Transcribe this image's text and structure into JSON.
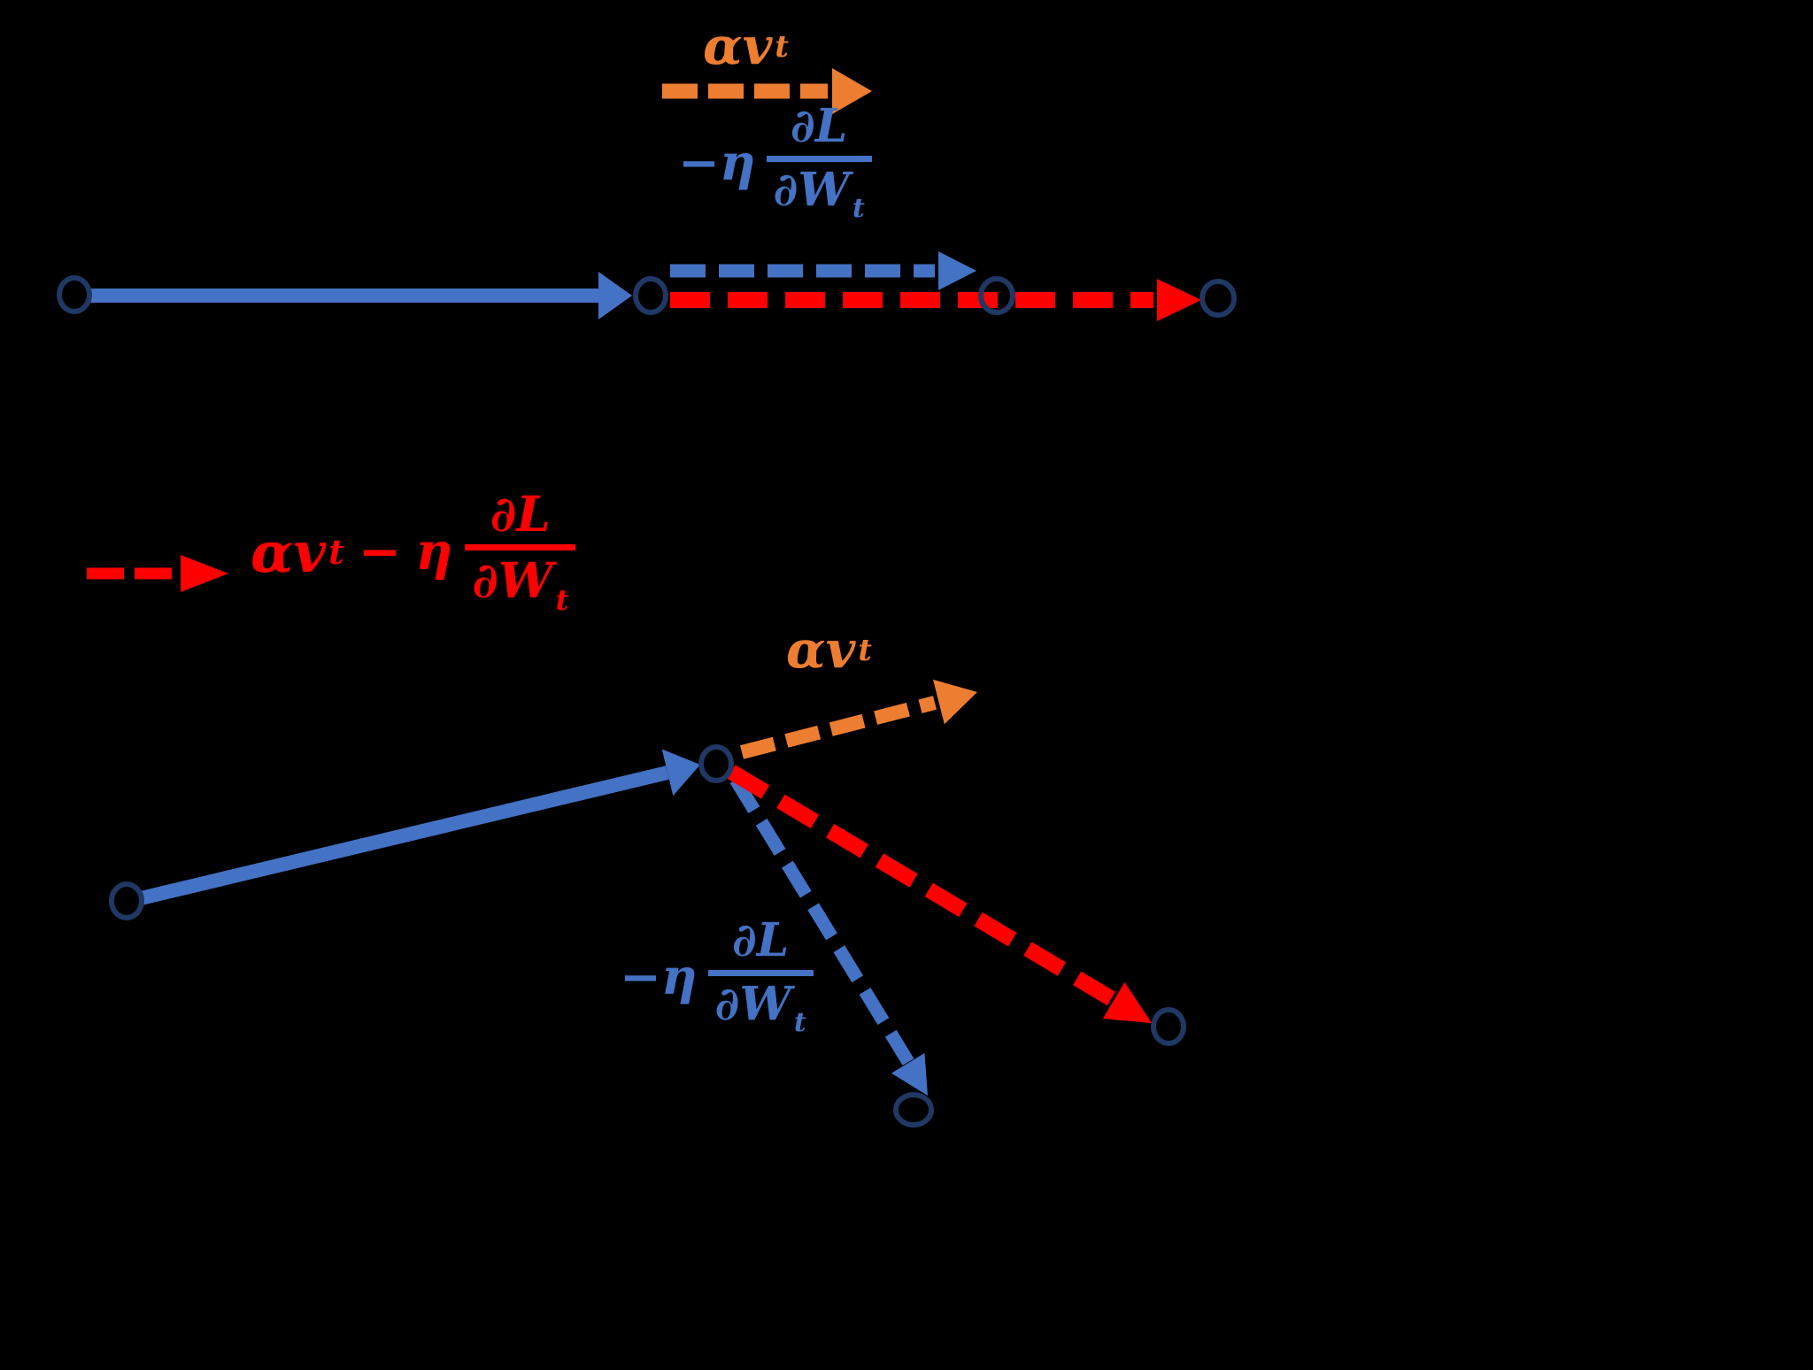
{
  "colors": {
    "background": "#000000",
    "blue": "#4472C4",
    "orange": "#ED7D31",
    "red": "#FF0000",
    "navy": "#1F3864"
  },
  "top_diagram": {
    "momentum_label": {
      "base": "αv",
      "sub": "t"
    },
    "gradient_label": {
      "coeff": "−η",
      "num": "∂L",
      "den": "∂W",
      "den_sub": "t"
    }
  },
  "legend": {
    "update_rule": {
      "momentum_base": "αv",
      "momentum_sub": "t",
      "minus": "−",
      "eta": "η",
      "num": "∂L",
      "den": "∂W",
      "den_sub": "t"
    }
  },
  "bottom_diagram": {
    "momentum_label": {
      "base": "αv",
      "sub": "t"
    },
    "gradient_label": {
      "coeff": "−η",
      "num": "∂L",
      "den": "∂W",
      "den_sub": "t"
    }
  },
  "vectors": [
    {
      "name": "previous-update-top",
      "color": "blue",
      "line": "solid"
    },
    {
      "name": "momentum-term-top",
      "color": "orange",
      "line": "dashed"
    },
    {
      "name": "gradient-term-top",
      "color": "blue",
      "line": "dashed"
    },
    {
      "name": "combined-update-top",
      "color": "red",
      "line": "dashed"
    },
    {
      "name": "legend-update-arrow",
      "color": "red",
      "line": "dashed"
    },
    {
      "name": "previous-update-bottom",
      "color": "blue",
      "line": "solid"
    },
    {
      "name": "momentum-term-bottom",
      "color": "orange",
      "line": "dashed"
    },
    {
      "name": "gradient-term-bottom",
      "color": "blue",
      "line": "dashed"
    },
    {
      "name": "combined-update-bottom",
      "color": "red",
      "line": "dashed"
    }
  ]
}
